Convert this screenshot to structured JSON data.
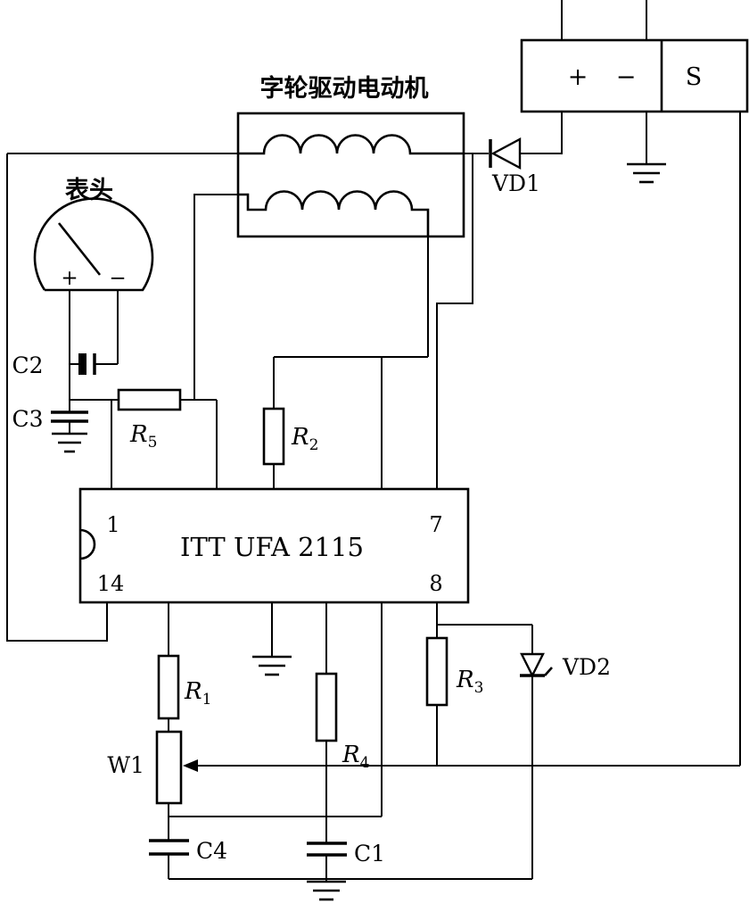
{
  "labels": {
    "motor": "字轮驱动电动机",
    "meter": "表头",
    "meter_plus": "+",
    "meter_minus": "−",
    "c1": "C1",
    "c2": "C2",
    "c3": "C3",
    "c4": "C4",
    "w1": "W1",
    "vd1": "VD1",
    "vd2": "VD2"
  },
  "ic": {
    "name": "ITT UFA 2115",
    "pin1": "1",
    "pin7": "7",
    "pin8": "8",
    "pin14": "14"
  },
  "battery": {
    "plus": "+",
    "minus": "−",
    "s": "S"
  },
  "resistors": {
    "r1": {
      "base": "R",
      "sub": "1"
    },
    "r2": {
      "base": "R",
      "sub": "2"
    },
    "r3": {
      "base": "R",
      "sub": "3"
    },
    "r4": {
      "base": "R",
      "sub": "4"
    },
    "r5": {
      "base": "R",
      "sub": "5"
    }
  }
}
